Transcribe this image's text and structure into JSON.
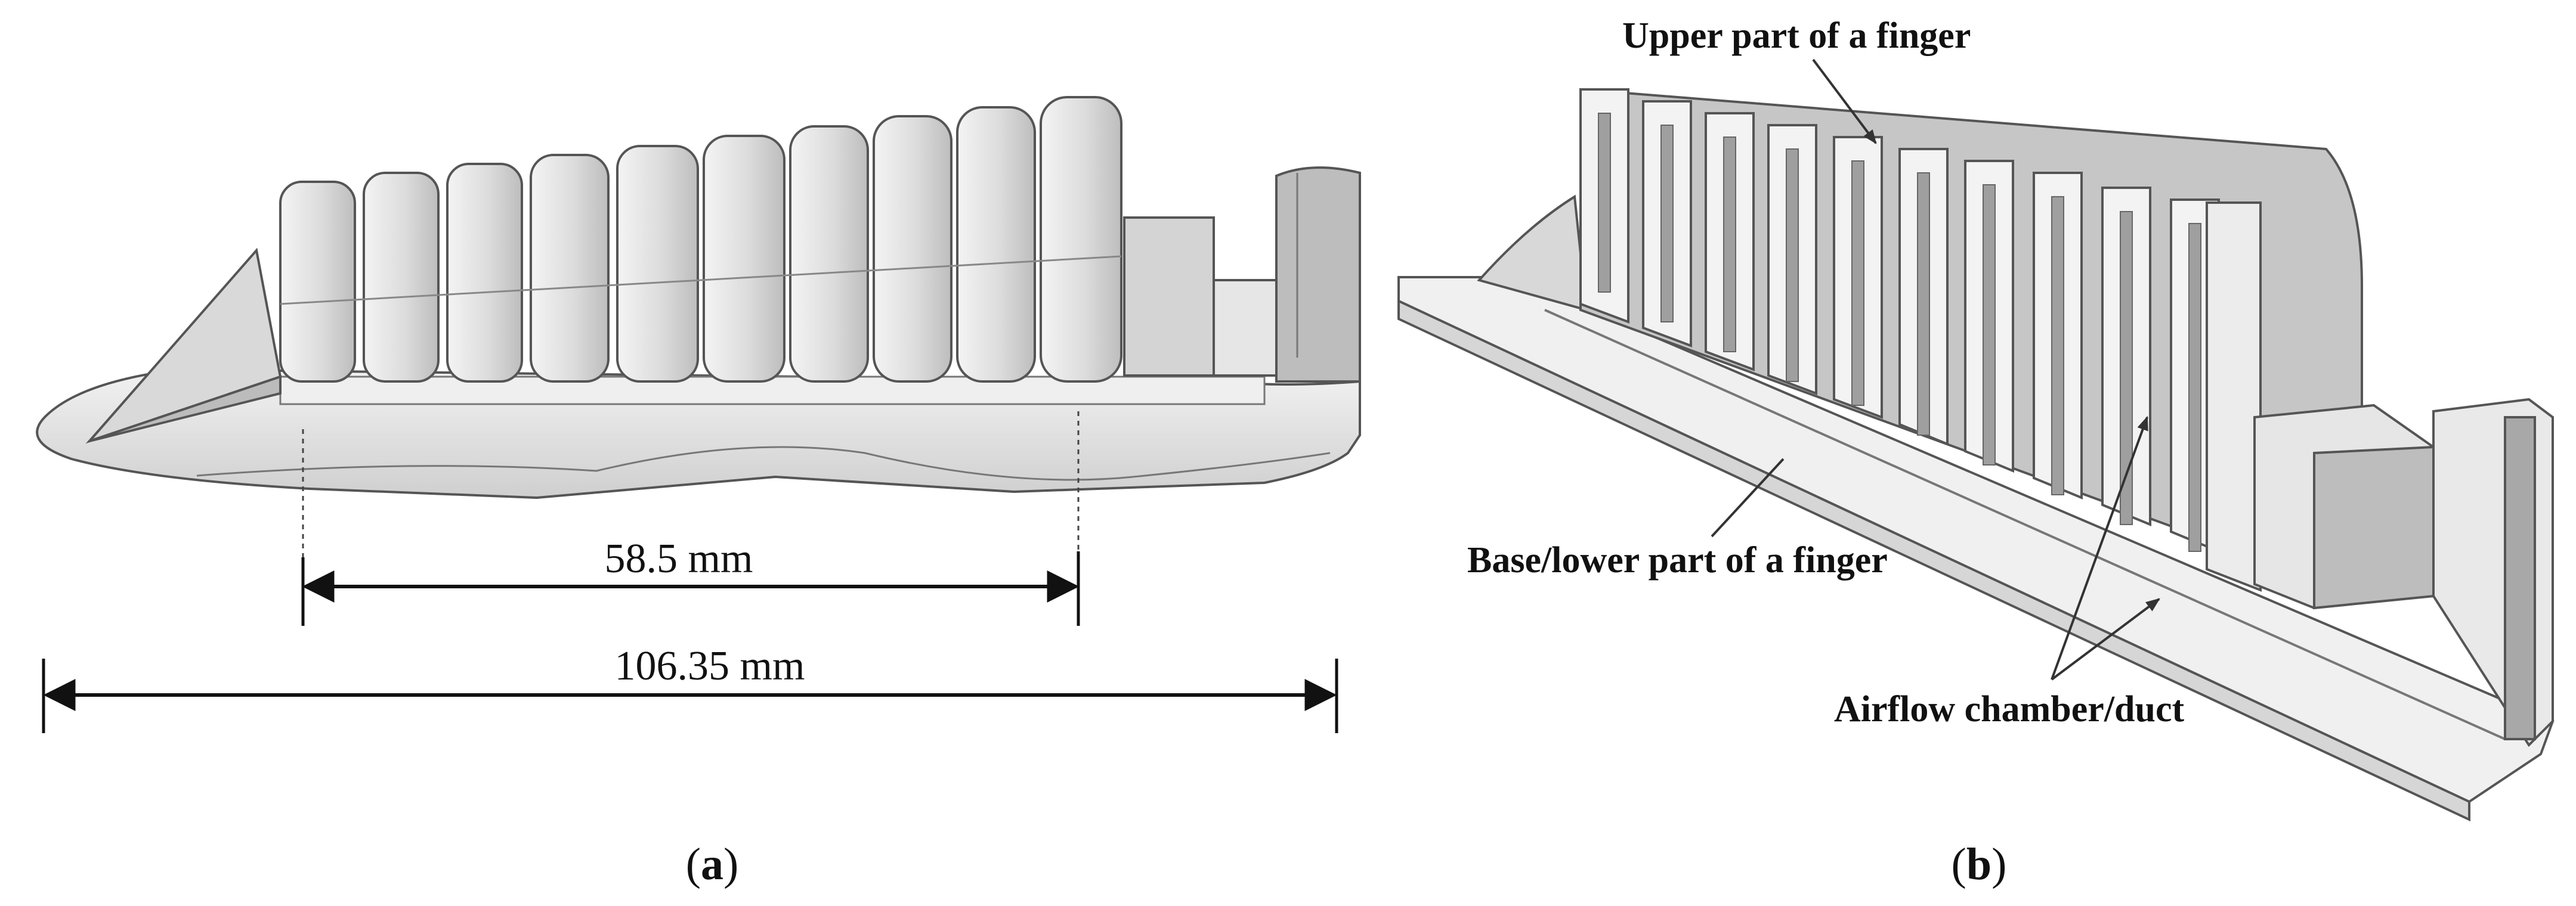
{
  "panel_a": {
    "caption_open": "(",
    "caption_letter": "a",
    "caption_close": ")",
    "dimension_inner": "58.5 mm",
    "dimension_outer": "106.35 mm"
  },
  "panel_b": {
    "caption_open": "(",
    "caption_letter": "b",
    "caption_close": ")",
    "label_upper": "Upper part of a finger",
    "label_base": "Base/lower part of a finger",
    "label_airflow": "Airflow chamber/duct"
  },
  "colors": {
    "ink": "#111111",
    "light_gray": "#ececec",
    "mid_gray": "#cfcfcf",
    "dark_gray": "#9a9a9a",
    "outline": "#555555"
  }
}
